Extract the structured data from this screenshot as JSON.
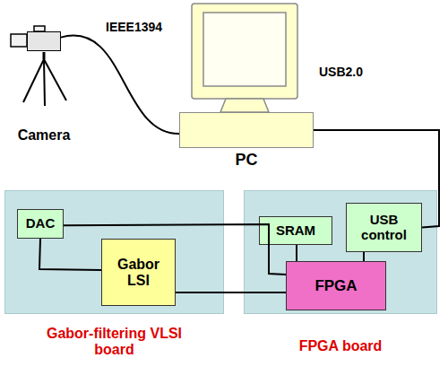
{
  "diagram": {
    "nodes": [
      {
        "text": [
          "Camera"
        ]
      },
      {
        "text": [
          "PC"
        ]
      },
      {
        "text": [
          "Gabor-filtering VLSI board"
        ]
      },
      {
        "text": [
          "DAC"
        ],
        "in": 2
      },
      {
        "text": [
          "Gabor LSI"
        ],
        "in": 2
      },
      {
        "text": [
          "FPGA board"
        ]
      },
      {
        "text": [
          "SRAM"
        ],
        "in": 5
      },
      {
        "text": [
          "USB control"
        ],
        "in": 5
      },
      {
        "text": [
          "FPGA"
        ],
        "in": 5
      }
    ],
    "edges": [
      {
        "from": 0,
        "to": 1,
        "label": "IEEE1394",
        "arrow": "none"
      },
      {
        "from": 1,
        "to": 7,
        "label": "USB2.0",
        "arrow": "none"
      },
      {
        "from": 3,
        "to": 4,
        "arrow": "none"
      },
      {
        "from": 3,
        "to": 8,
        "arrow": "none"
      },
      {
        "from": 4,
        "to": 8,
        "arrow": "none"
      },
      {
        "from": 6,
        "to": 8,
        "arrow": "none"
      },
      {
        "from": 7,
        "to": 8,
        "arrow": "none"
      }
    ]
  }
}
